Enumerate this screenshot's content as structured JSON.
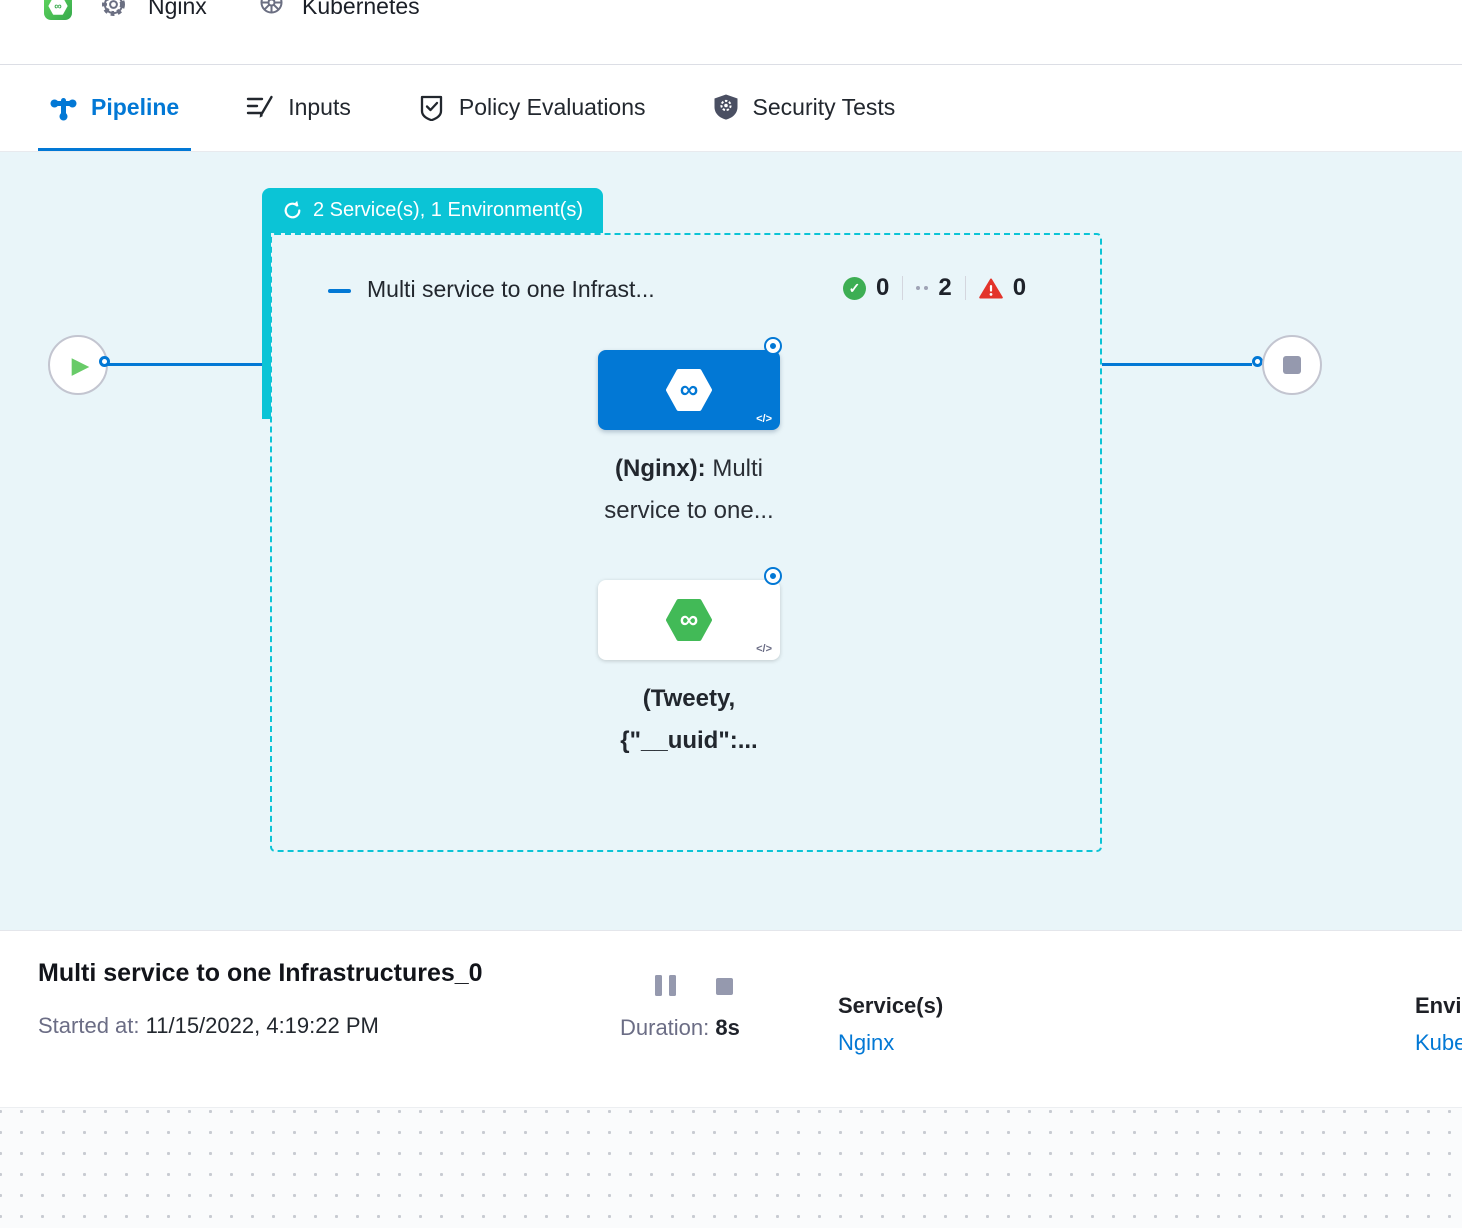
{
  "header": {
    "service_name": "Nginx",
    "environment_name": "Kubernetes"
  },
  "tabs": {
    "pipeline": "Pipeline",
    "inputs": "Inputs",
    "policy": "Policy Evaluations",
    "security": "Security Tests"
  },
  "canvas": {
    "badge": "2 Service(s), 1 Environment(s)",
    "group_title": "Multi service to one Infrast...",
    "counts": {
      "success": "0",
      "running": "2",
      "failed": "0"
    },
    "stage1": {
      "bold": "(Nginx):",
      "rest": " Multi",
      "line2": "service to one...",
      "code": "</>"
    },
    "stage2": {
      "bold": "(Tweety,",
      "line2": "{\"__uuid\":...",
      "code": "</>"
    }
  },
  "footer": {
    "title": "Multi service to one Infrastructures_0",
    "started_label": "Started at:",
    "started_value": " 11/15/2022, 4:19:22 PM",
    "duration_label": "Duration:",
    "duration_value": " 8s",
    "services_label": "Service(s)",
    "services_value": "Nginx",
    "environments_label": "Environment(s)",
    "environments_value": "Kubernetes"
  },
  "colors": {
    "accent_cyan": "#0BC4D6",
    "primary_blue": "#0278D5",
    "success_green": "#3DAE53",
    "error_red": "#E3342B",
    "canvas_bg": "#E9F5F9"
  }
}
